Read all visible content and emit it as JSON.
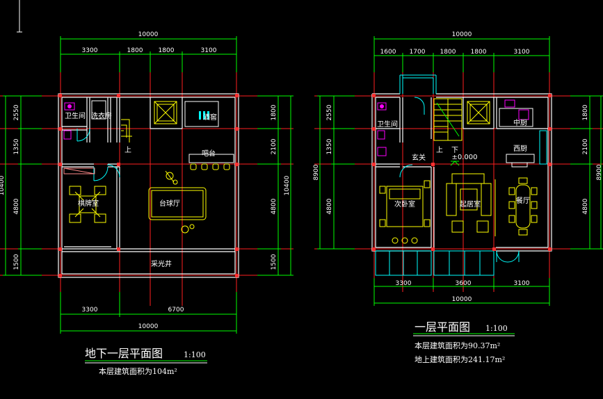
{
  "colors": {
    "background": "#000000",
    "wall": "#ffffff",
    "axis": "#ff2020",
    "dimension": "#00ff00",
    "column": "#ff3030",
    "furniture": "#ffff00",
    "fixture": "#ff00ff",
    "window": "#00ffff"
  },
  "basement": {
    "dims_top_total": "10000",
    "dims_top": [
      "3300",
      "1800",
      "1800",
      "3100"
    ],
    "dims_left": [
      "2550",
      "1350",
      "4800",
      "1500"
    ],
    "dims_left_total": "10400",
    "dims_right": [
      "1800",
      "2100",
      "4800",
      "1500"
    ],
    "dims_right_total": "10400",
    "dims_bottom": [
      "3300",
      "6700"
    ],
    "dims_bottom_total": "10000",
    "rooms": {
      "bathroom": "卫生间",
      "laundry": "洗衣房",
      "wine_cellar": "酒窖",
      "bar": "吧台",
      "chess_room": "棋牌室",
      "billiards": "台球厅",
      "lightwell": "采光井",
      "stair_up": "上"
    },
    "title": "地下一层平面图",
    "scale": "1:100",
    "area_text": "本层建筑面积为104m²"
  },
  "ground": {
    "dims_top_total": "10000",
    "dims_top": [
      "1600",
      "1700",
      "1800",
      "1800",
      "3100"
    ],
    "dims_left": [
      "2550",
      "1350",
      "4800"
    ],
    "dims_left_total": "8900",
    "dims_right": [
      "1800",
      "2100",
      "4800"
    ],
    "dims_right_total": "8900",
    "dims_bottom": [
      "3300",
      "3600",
      "3100"
    ],
    "dims_bottom_total": "10000",
    "rooms": {
      "bathroom": "卫生间",
      "kitchen": "中厨",
      "western_kitchen": "西厨",
      "foyer": "玄关",
      "up": "上",
      "down": "下",
      "elevation": "±0.000",
      "second_bedroom": "次卧室",
      "living_room": "起居室",
      "dining_room": "餐厅"
    },
    "title": "一层平面图",
    "scale": "1:100",
    "area_text_1": "本层建筑面积为90.37m²",
    "area_text_2": "地上建筑面积为241.17m²"
  }
}
